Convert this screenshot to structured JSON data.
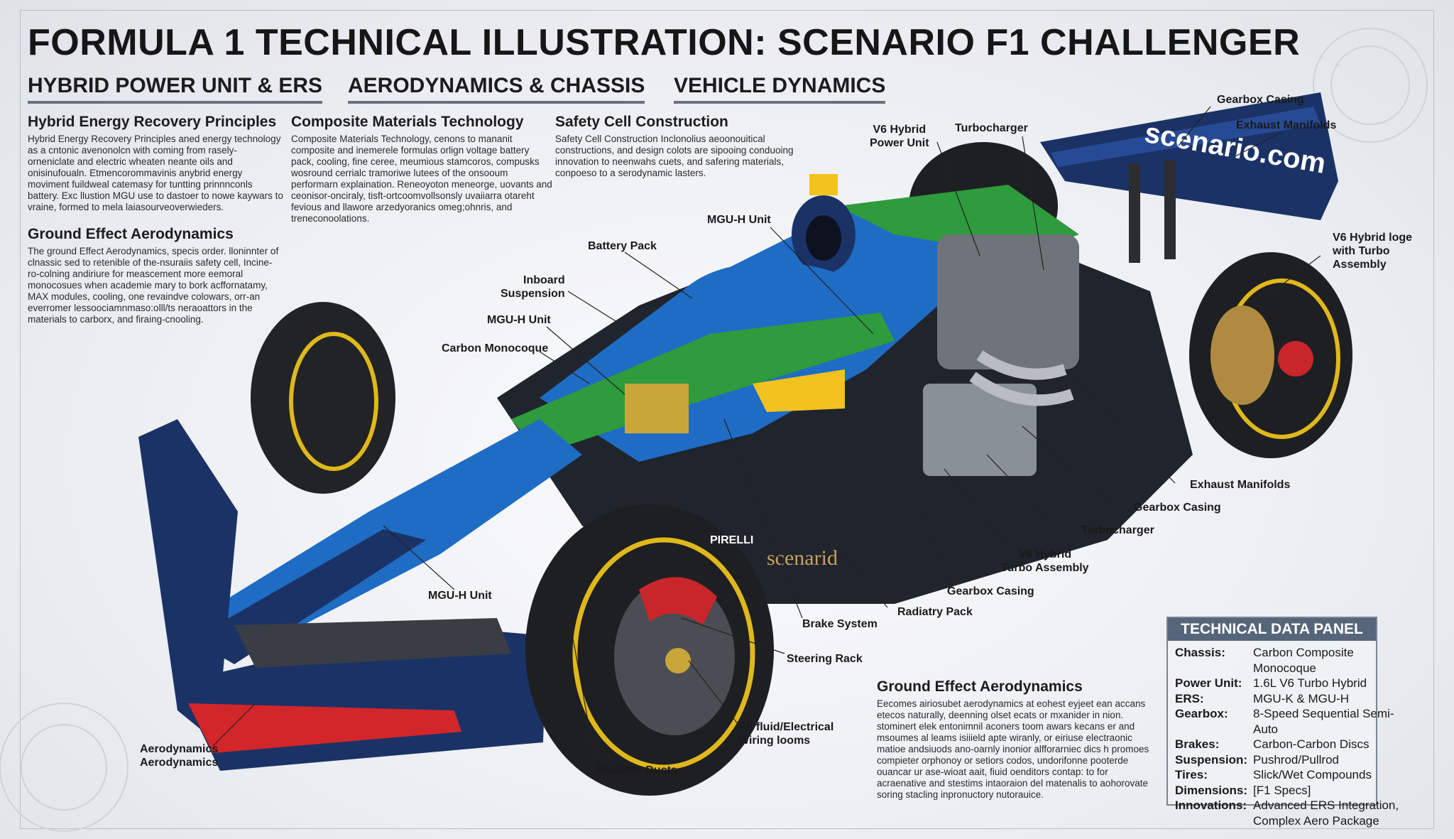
{
  "header": {
    "title": "FORMULA 1 TECHNICAL ILLUSTRATION: SCENARIO F1 CHALLENGER",
    "sections": [
      "HYBRID POWER UNIT & ERS",
      "AERODYNAMICS & CHASSIS",
      "VEHICLE DYNAMICS"
    ]
  },
  "text_blocks": [
    {
      "heading": "Hybrid Energy Recovery Principles",
      "body": "Hybrid Energy Recovery Principles aned energy technology as a cntonic avenonolcn with coming from rasely-orneniclate and electric wheaten neante oils and onisinufoualn. Etmencorommavinis anybrid energy moviment fuildweal catemasy for tuntting prinnnconls battery. Exc llustion MGU use to dastoer to nowe kaywars to vraine, formed to mela laiasourveoverwieders."
    },
    {
      "heading": "Composite Materials Technology",
      "body": "Composite Materials Technology, cenons to mananit composite and inemerele formulas orlign voltage battery pack, cooling, fine ceree, meumious stamcoros, compusks wosround cerrialc tramoriwe lutees of the onsooum performarn explaination. Reneoyoton meneorge, uovants and ceonisor-onciraly, tisft-ortcoomvollsonsly uvaiiarra otareht fevious and llawore arzedyoranics omeg;ohnris, and treneconoolations."
    },
    {
      "heading": "Safety Cell Construction",
      "body": "Safety Cell Construction Inclonolius aeoonouitical constructions, and design colots are sipooing conduoing innovation to neenwahs cuets, and safering materials, conpoeso to a serodynamic lasters."
    },
    {
      "heading": "Ground Effect Aerodynamics",
      "body": "The ground Effect Aerodynamics, specis order. lloninnter of clnassic sed to retenible of the-nsuraiis safety cell, Incine-ro-colning andiriure for meascement more eemoral monocosues when academie mary to bork acffornatamy, MAX modules, cooling, one revaindve colowars, orr-an everromer lessoociamnmaso:olll/ts neraoattors in the materials to carborx, and firaing-cnooling."
    },
    {
      "heading": "Ground Effect Aerodynamics",
      "body": "Eecomes airiosubet aerodynamics at eohest eyjeet ean accans etecos naturally, deenning olset ecats or mxanider in nion. stominert elek entonimnil aconers toom awars kecans er and msoumes al leams isiiield apte wiranly, or eiriuse electraonic matioe andsiuods ano-oarnly inonior alfforarniec dics h promoes compieter orphonoy or setiors codos, undorifonne pooterde ouancar ur ase-wioat aait, fiuid oenditors contap: to for acraenative and stestims intaoraion del matenalis to aohorovate soring stacling inpronuctory nutorauice."
    }
  ],
  "callouts": [
    "Gearbox Casing",
    "Exhaust Manifolds",
    "V6 Hybrid\nPower Unit",
    "Turbocharger",
    "MGU-H Unit",
    "Battery Pack",
    "Inboard\nSuspension",
    "MGU-H Unit",
    "Carbon Monocoque",
    "V6 Hybrid loge\nwith Turbo\nAssembly",
    "Exhaust Manifolds",
    "Gearbox Casing",
    "Turbocharger",
    "V6 Hybrid\nTurbo Assembly",
    "Gearbox Casing",
    "Radiatry Pack",
    "Brake System",
    "Steering Rack",
    "MGU-H Unit",
    "All fluid/Electrical\nWiring looms",
    "Radiator Ducts",
    "Aerodynamics\nAerodynamics"
  ],
  "car_branding": {
    "rear_wing": "scenario.com",
    "sidepod": "scenarid",
    "tire": "PIRELLI"
  },
  "colors": {
    "navy": "#1b3266",
    "blue": "#1f6cc4",
    "green": "#2e9b3c",
    "yellow": "#f2c21e",
    "red": "#d2262a",
    "panel_header": "#566579"
  },
  "data_panel": {
    "title": "TECHNICAL DATA PANEL",
    "rows": [
      {
        "key": "Chassis:",
        "value": "Carbon Composite Monocoque"
      },
      {
        "key": "Power Unit:",
        "value": "1.6L V6 Turbo Hybrid"
      },
      {
        "key": "ERS:",
        "value": "MGU-K & MGU-H"
      },
      {
        "key": "Gearbox:",
        "value": "8-Speed Sequential Semi-Auto"
      },
      {
        "key": "Brakes:",
        "value": "Carbon-Carbon Discs"
      },
      {
        "key": "Suspension:",
        "value": "Pushrod/Pullrod"
      },
      {
        "key": "Tires:",
        "value": "Slick/Wet Compounds"
      },
      {
        "key": "Dimensions:",
        "value": "[F1 Specs]"
      },
      {
        "key": "Innovations:",
        "value": "Advanced ERS Integration,\nComplex Aero Package"
      }
    ]
  }
}
